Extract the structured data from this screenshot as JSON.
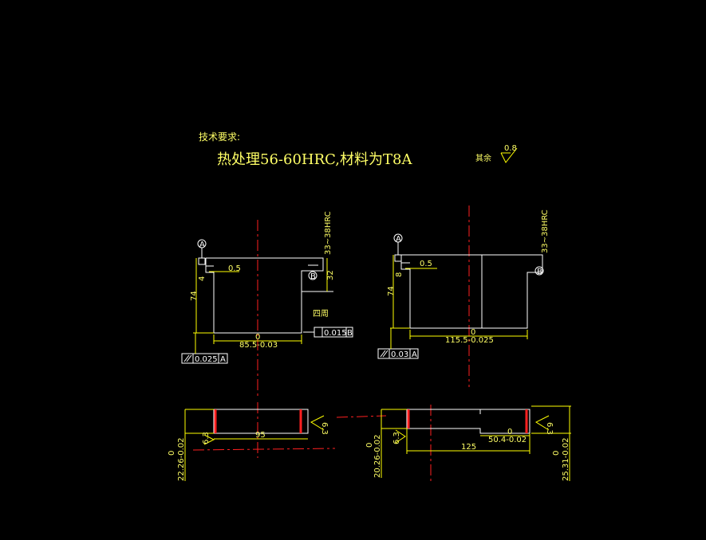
{
  "notes": {
    "heading": "技术要求:",
    "requirement": "热处理56-60HRC,材料为T8A",
    "roughness_label": "其余",
    "roughness_value": "0.8"
  },
  "left_view": {
    "datum_a": "A",
    "datum_b": "B",
    "dim_step": "0.5",
    "dim_height": "74",
    "dim_small": "4",
    "dim_right": "32",
    "dim_width": "85.5-0.03",
    "dim_zero": "0",
    "hardness": "33~38HRC",
    "note_corner": "四周",
    "tol_flatness": "0.015",
    "tol_flatness_ref": "B",
    "tol_parallel": "0.025",
    "tol_parallel_ref": "A"
  },
  "right_view": {
    "datum_a": "A",
    "datum_b": "B",
    "dim_step": "0.5",
    "dim_height": "74",
    "dim_small": "8",
    "dim_width": "115.5-0.025",
    "dim_zero": "0",
    "hardness": "33~38HRC",
    "tol_parallel": "0.03",
    "tol_parallel_ref": "A"
  },
  "bottom_left": {
    "dim_length": "95",
    "dim_thick_top": "0",
    "dim_thick": "22.26-0.02",
    "rough_left": "6.3",
    "rough_right": "6.3"
  },
  "bottom_right": {
    "dim_length": "125",
    "dim_step_top": "0",
    "dim_step": "50.4-0.02",
    "dim_thick_left_top": "0",
    "dim_thick_left": "20.26-0.02",
    "dim_thick_right_top": "0",
    "dim_thick_right": "25.31-0.02",
    "rough_left": "6.3",
    "rough_right": "6.3"
  }
}
